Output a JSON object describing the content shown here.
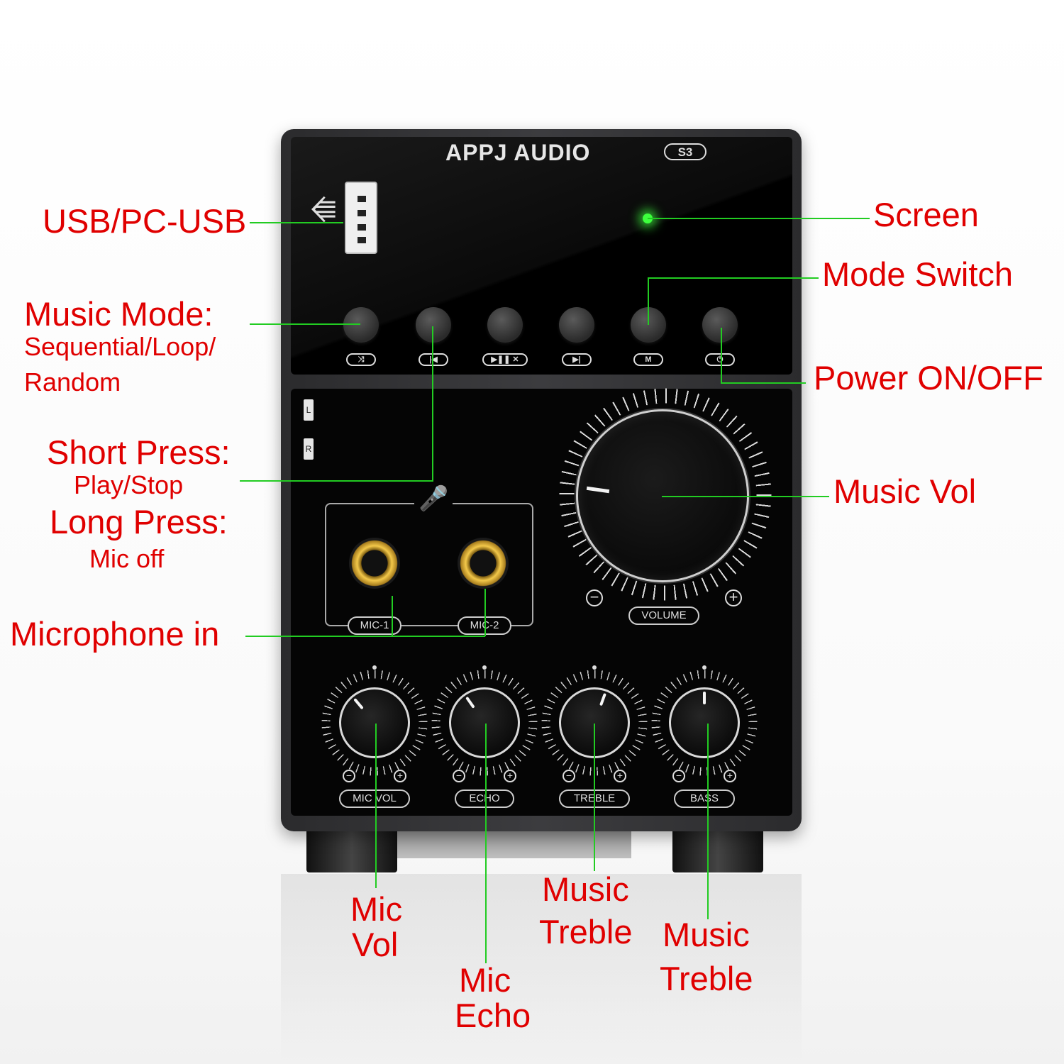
{
  "device": {
    "brand": "APPJ AUDIO",
    "model": "S3",
    "channel_left": "L",
    "channel_right": "R",
    "button_icons": [
      "shuffle-icon",
      "previous-icon",
      "play-pause-mic-mute-icon",
      "next-icon",
      "mode-icon",
      "power-icon"
    ],
    "button_icon_text": {
      "mode": "M"
    },
    "jacks": [
      "MIC-1",
      "MIC-2"
    ],
    "volume_label": "VOLUME",
    "minus": "−",
    "plus": "+",
    "small_knobs": [
      "MIC VOL",
      "ECHO",
      "TREBLE",
      "BASS"
    ],
    "led_color": "#3dff3d"
  },
  "callouts": {
    "usb": "USB/PC-USB",
    "screen": "Screen",
    "mode_switch": "Mode Switch",
    "music_mode_title": "Music Mode:",
    "music_mode_line1": "Sequential/Loop/",
    "music_mode_line2": "Random",
    "power": "Power ON/OFF",
    "short_press": "Short Press:",
    "play_stop": "Play/Stop",
    "long_press": "Long Press:",
    "mic_off": "Mic off",
    "music_vol": "Music Vol",
    "microphone_in": "Microphone in",
    "mic_vol_1": "Mic",
    "mic_vol_2": "Vol",
    "mic_echo_1": "Mic",
    "mic_echo_2": "Echo",
    "music_treble_1": "Music",
    "music_treble_2": "Treble",
    "music_bass_1": "Music",
    "music_bass_2": "Treble"
  },
  "colors": {
    "label": "#e00000",
    "leader_line": "#22cc22",
    "panel": "#050505"
  }
}
